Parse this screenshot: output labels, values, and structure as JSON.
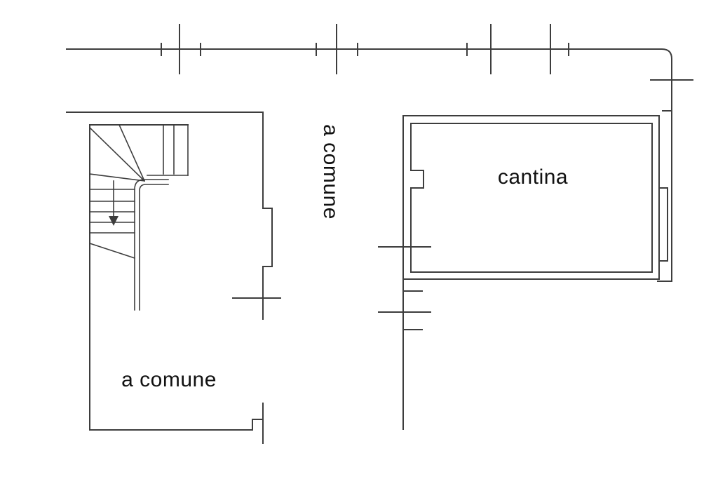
{
  "page": {
    "background": "#ffffff"
  },
  "drawing": {
    "line_color": "#3d3d3d",
    "text_color": "#111111",
    "type": "floor-plan"
  },
  "labels": {
    "left_room": "a comune",
    "vertical_corridor": "a comune",
    "right_room": "cantina"
  }
}
